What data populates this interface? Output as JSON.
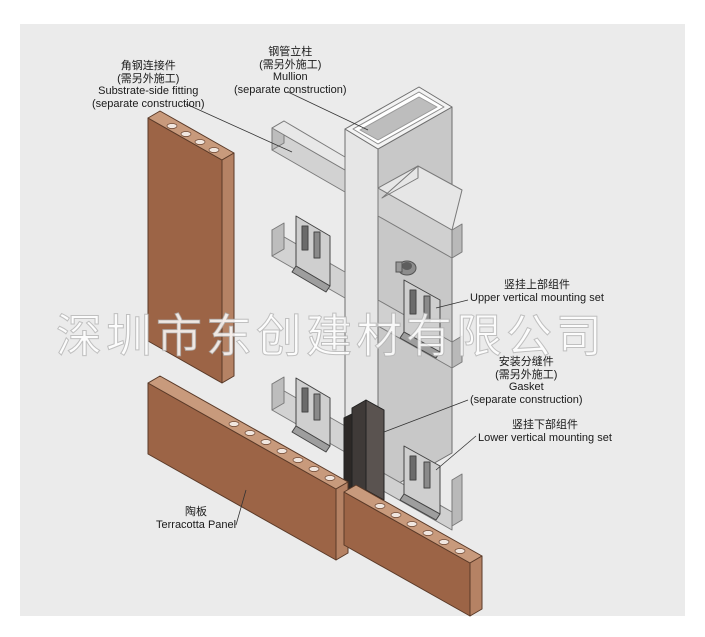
{
  "labels": {
    "substrate_fitting": {
      "zh": "角钢连接件",
      "note_zh": "(需另外施工)",
      "en": "Substrate-side fitting",
      "note_en": "(separate construction)"
    },
    "mullion": {
      "zh": "钢管立柱",
      "note_zh": "(需另外施工)",
      "en": "Mullion",
      "note_en": "(separate construction)"
    },
    "upper_mount": {
      "zh": "竖挂上部组件",
      "en": "Upper vertical mounting set"
    },
    "gasket": {
      "zh": "安装分缝件",
      "note_zh": "(需另外施工)",
      "en": "Gasket",
      "note_en": "(separate construction)"
    },
    "lower_mount": {
      "zh": "竖挂下部组件",
      "en": "Lower vertical mounting set"
    },
    "terracotta": {
      "zh": "陶板",
      "en": "Terracotta Panel"
    }
  },
  "watermark": "深圳市东创建材有限公司",
  "colors": {
    "background": "#ebebeb",
    "terracotta": "#a9704f",
    "steel": "#d9d9d9",
    "gasket": "#4a4442"
  }
}
